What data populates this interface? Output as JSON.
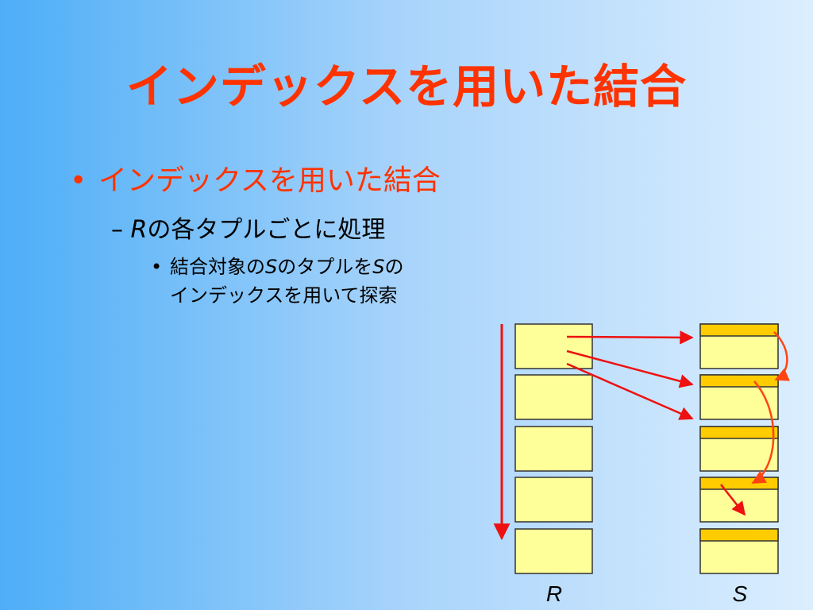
{
  "title": "インデックスを用いた結合",
  "bullets": {
    "level1": {
      "marker": "•",
      "text": "インデックスを用いた結合"
    },
    "level2": {
      "marker": "–",
      "var": "R",
      "text": "の各タプルごとに処理"
    },
    "level3": {
      "marker": "•",
      "part1": "結合対象の",
      "var1": "S",
      "part2": "のタプルを",
      "var2": "S",
      "part3": "の",
      "line2": "インデックスを用いて探索"
    }
  },
  "diagram": {
    "relation_r": {
      "label": "R",
      "block_count": 5
    },
    "relation_s": {
      "label": "S",
      "block_count": 5
    },
    "colors": {
      "block_fill": "#ffff99",
      "block_stroke": "#333333",
      "index_band": "#ffcc00",
      "arrow_red": "#ee1111",
      "arrow_orange": "#ff4411"
    }
  }
}
